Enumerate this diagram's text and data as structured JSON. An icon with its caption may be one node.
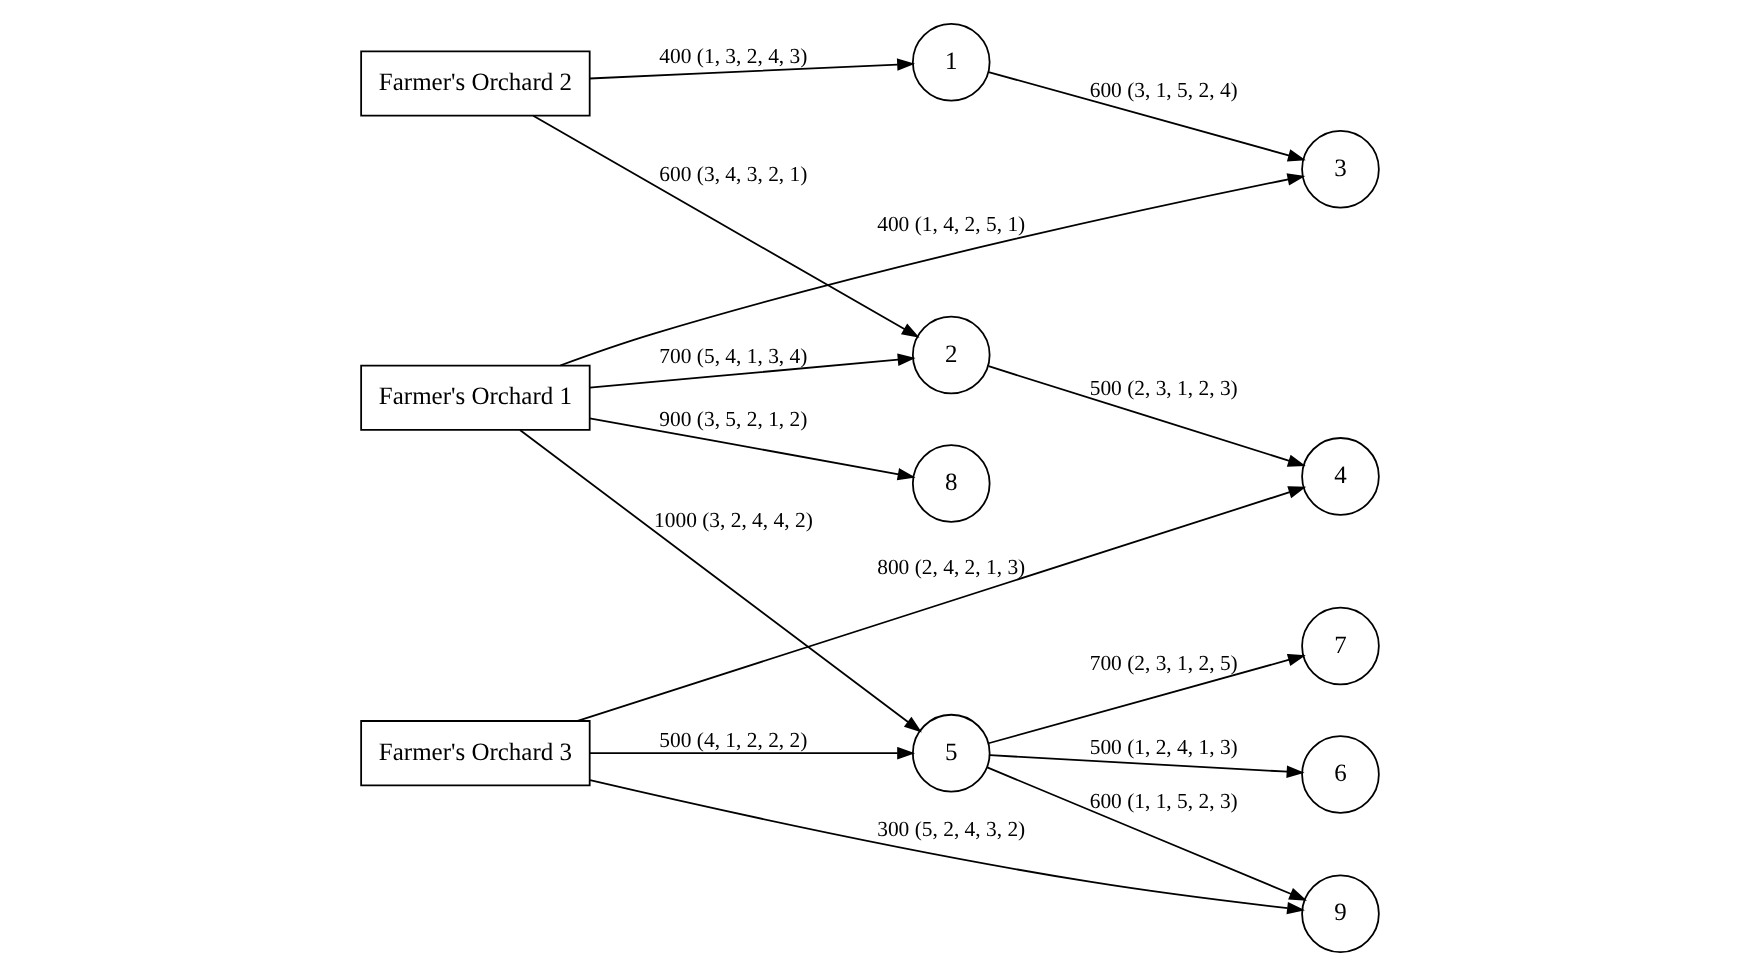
{
  "diagram": {
    "nodes": [
      {
        "text": [
          "Farmer's Orchard 2"
        ]
      },
      {
        "text": [
          "1"
        ]
      },
      {
        "text": [
          "3"
        ]
      },
      {
        "text": [
          "8"
        ]
      },
      {
        "text": [
          "Farmer's Orchard 1"
        ]
      },
      {
        "text": [
          "6"
        ]
      },
      {
        "text": [
          "2"
        ]
      },
      {
        "text": [
          "5"
        ]
      },
      {
        "text": [
          "4"
        ]
      },
      {
        "text": [
          "Farmer's Orchard 3"
        ]
      },
      {
        "text": [
          "7"
        ]
      },
      {
        "text": [
          "9"
        ]
      }
    ],
    "edges": [
      {
        "from": 0,
        "to": 1,
        "arrow": "to",
        "label": "400 (1, 3, 2, 4, 3)"
      },
      {
        "from": 1,
        "to": 2,
        "arrow": "to",
        "label": "600 (3, 1, 5, 2, 4)"
      },
      {
        "from": 0,
        "to": 6,
        "arrow": "to",
        "label": "600 (3, 4, 3, 2, 1)"
      },
      {
        "from": 4,
        "to": 2,
        "arrow": "to",
        "label": "400 (1, 4, 2, 5, 1)"
      },
      {
        "from": 4,
        "to": 3,
        "arrow": "to",
        "label": "900 (3, 5, 2, 1, 2)"
      },
      {
        "from": 4,
        "to": 6,
        "arrow": "to",
        "label": "700 (5, 4, 1, 3, 4)"
      },
      {
        "from": 4,
        "to": 7,
        "arrow": "to",
        "label": "1000 (3, 2, 4, 4, 2)"
      },
      {
        "from": 7,
        "to": 5,
        "arrow": "to",
        "label": "500 (1, 2, 4, 1, 3)"
      },
      {
        "from": 7,
        "to": 10,
        "arrow": "to",
        "label": "700 (2, 3, 1, 2, 5)"
      },
      {
        "from": 7,
        "to": 11,
        "arrow": "to",
        "label": "600 (1, 1, 5, 2, 3)"
      },
      {
        "from": 6,
        "to": 8,
        "arrow": "to",
        "label": "500 (2, 3, 1, 2, 3)"
      },
      {
        "from": 9,
        "to": 8,
        "arrow": "to",
        "label": "800 (2, 4, 2, 1, 3)"
      },
      {
        "from": 9,
        "to": 7,
        "arrow": "to",
        "label": "500 (4, 1, 2, 2, 2)"
      },
      {
        "from": 9,
        "to": 11,
        "arrow": "to",
        "label": "300 (5, 2, 4, 3, 2)"
      }
    ]
  }
}
